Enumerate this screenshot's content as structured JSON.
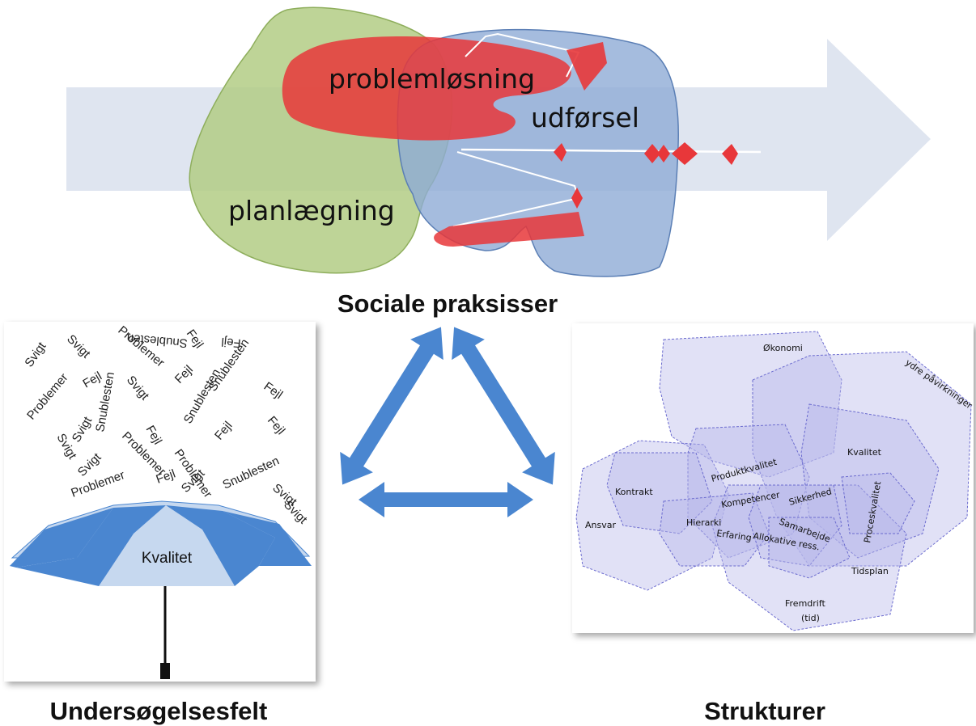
{
  "labels": {
    "center": "Sociale praksisser",
    "left": "Undersøgelsesfelt",
    "right": "Strukturer"
  },
  "process": {
    "problem": "problemløsning",
    "execution": "udførsel",
    "planning": "planlægning"
  },
  "umbrella": {
    "canopy_label": "Kvalitet",
    "rain_words": [
      "Svigt",
      "Svigt",
      "Problemer",
      "Fejl",
      "Snublesten",
      "Fejl",
      "Svigt",
      "Fejl",
      "Svigt",
      "Fejl",
      "Snublesten",
      "Fejl",
      "Problemer",
      "Snublesten",
      "Fejl",
      "Snublesten",
      "Fejl",
      "Svigt",
      "Svigt",
      "Problemer",
      "Fejl",
      "Problemer",
      "Svigt",
      "Svigt",
      "Snublesten",
      "Problemer",
      "Fejl",
      "Svigt"
    ]
  },
  "structures": {
    "okonomi": "Økonomi",
    "ydre": "ydre påvirkninger",
    "kvalitet": "Kvalitet",
    "produktkvalitet": "Produktkvalitet",
    "kontrakt": "Kontrakt",
    "kompetencer": "Kompetencer",
    "sikkerhed": "Sikkerhed",
    "proceskvalitet": "Proceskvalitet",
    "ansvar": "Ansvar",
    "hierarki": "Hierarki",
    "samarbejde": "Samarbejde",
    "erfaring": "Erfaring",
    "allokative": "Allokative ress.",
    "tidsplan": "Tidsplan",
    "fremdrift": "Fremdrift",
    "tid": "(tid)"
  },
  "colors": {
    "arrow_bg": "#dfe5f0",
    "green_blob": "#b3cc85",
    "blue_blob": "#8fabd6",
    "red_blob": "#e8373a",
    "triangle_arrows": "#4a86d0",
    "umbrella_dark": "#4a86d0",
    "umbrella_light": "#c6d8ef",
    "structure_fill": "#b7b7ea"
  }
}
